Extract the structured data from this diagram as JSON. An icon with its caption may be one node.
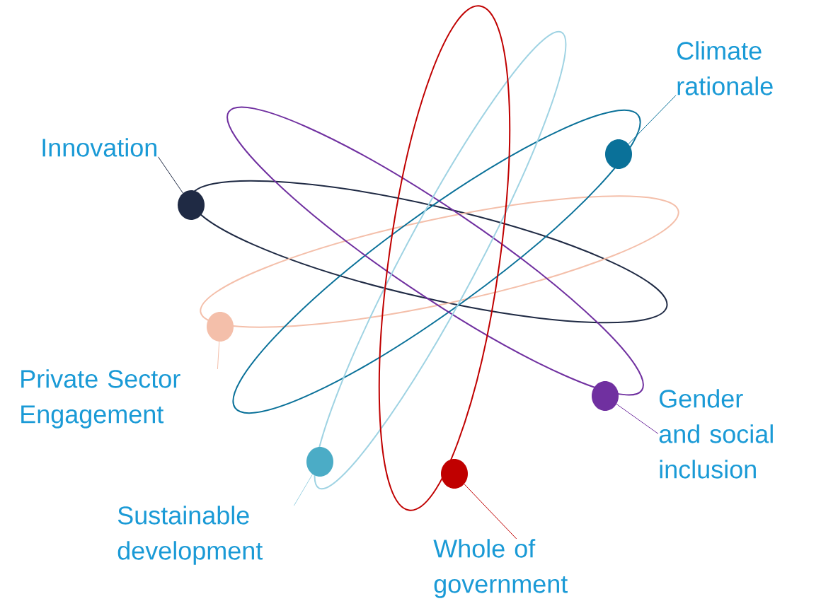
{
  "diagram": {
    "nodes": [
      {
        "text": [
          "Climate rationale"
        ]
      },
      {
        "text": [
          "Innovation"
        ]
      },
      {
        "text": [
          "Private Sector Engagement"
        ]
      },
      {
        "text": [
          "Gender and social inclusion"
        ]
      },
      {
        "text": [
          "Sustainable development"
        ]
      },
      {
        "text": [
          "Whole of government"
        ]
      },
      {
        "text": [],
        "shape": "circle"
      },
      {
        "text": [],
        "shape": "circle"
      },
      {
        "text": [],
        "shape": "circle"
      },
      {
        "text": [],
        "shape": "circle"
      },
      {
        "text": [],
        "shape": "circle"
      },
      {
        "text": [],
        "shape": "circle"
      }
    ],
    "edges": [
      {
        "from": 0,
        "to": 6,
        "arrow": "none",
        "color": "#0a7199"
      },
      {
        "from": 1,
        "to": 7,
        "arrow": "none",
        "color": "#1f2a44"
      },
      {
        "from": 2,
        "to": 8,
        "arrow": "none",
        "color": "#f4bfaa"
      },
      {
        "from": 3,
        "to": 9,
        "arrow": "none",
        "color": "#7030a0"
      },
      {
        "from": 4,
        "to": 10,
        "arrow": "none",
        "color": "#9fd3e3"
      },
      {
        "from": 5,
        "to": 11,
        "arrow": "none",
        "color": "#c00000"
      }
    ]
  }
}
